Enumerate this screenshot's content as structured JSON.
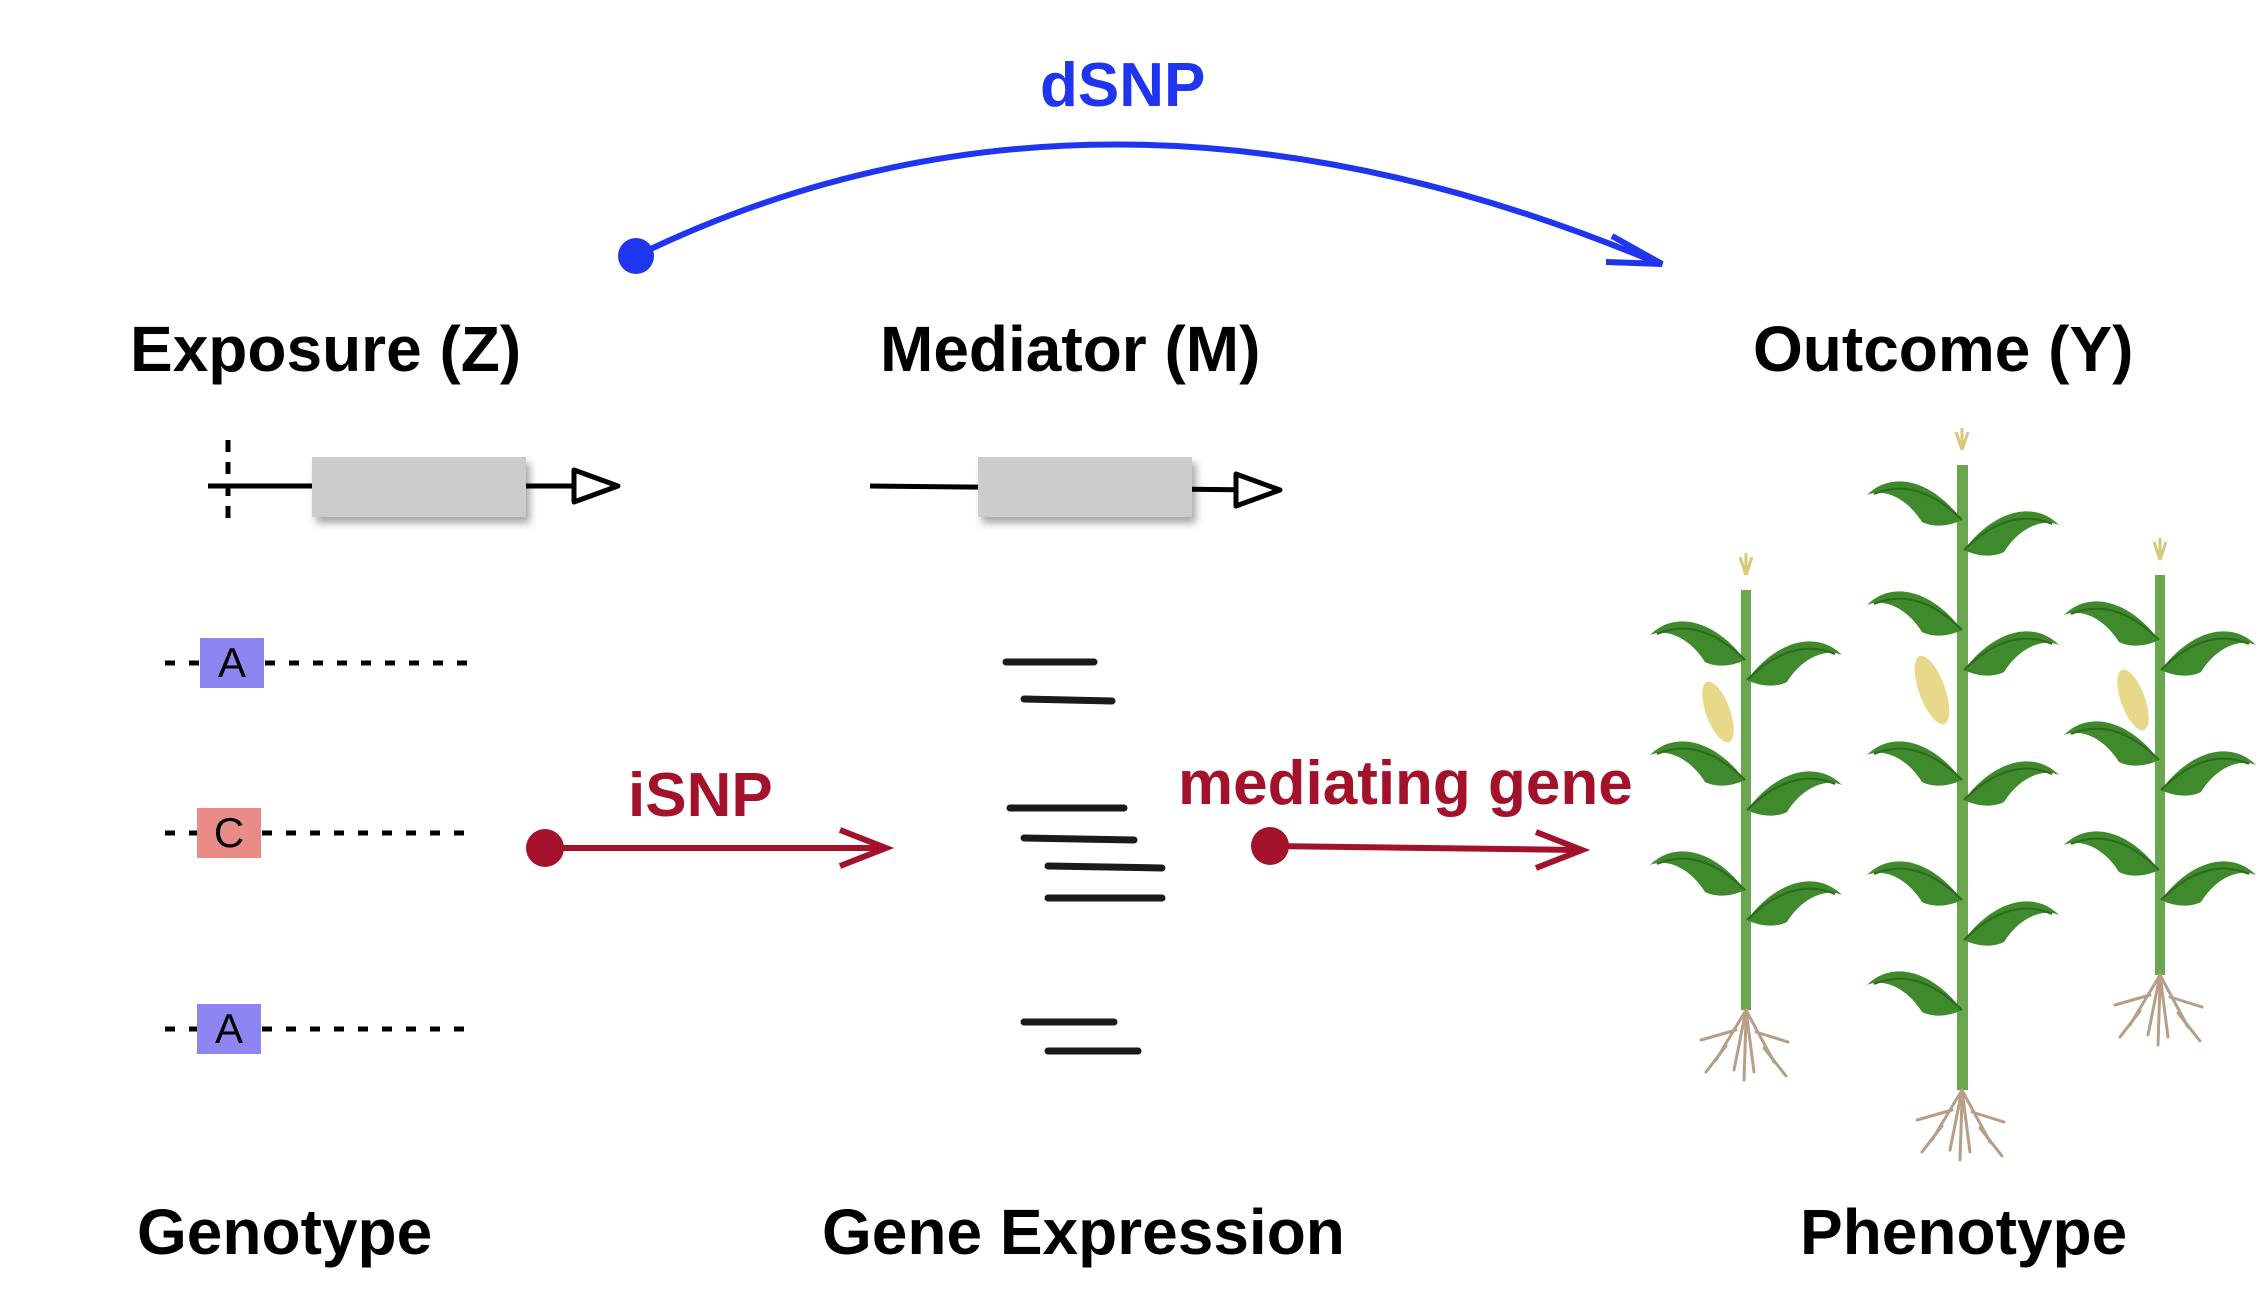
{
  "headers": {
    "exposure": "Exposure (Z)",
    "mediator": "Mediator (M)",
    "outcome": "Outcome (Y)"
  },
  "footers": {
    "genotype": "Genotype",
    "expression": "Gene Expression",
    "phenotype": "Phenotype"
  },
  "arrows": {
    "direct": {
      "label": "dSNP",
      "color": "#1f35f0"
    },
    "indirect": {
      "label": "iSNP",
      "color": "#a3122a"
    },
    "mediating": {
      "label": "mediating gene",
      "color": "#a3122a"
    }
  },
  "alleles": [
    {
      "base": "A",
      "color": "#8c85f2"
    },
    {
      "base": "C",
      "color": "#e98b86"
    },
    {
      "base": "A",
      "color": "#8c85f2"
    }
  ]
}
